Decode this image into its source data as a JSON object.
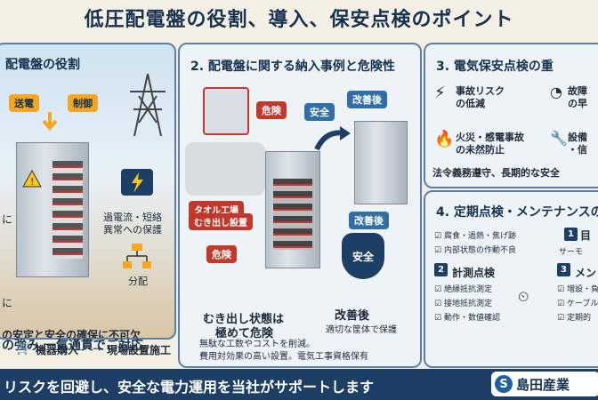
{
  "title": "低圧配電盤の役割、導入、保安点検のポイント",
  "panel1": {
    "title": "配電盤の役割",
    "send_tag": "送電",
    "control_tag": "制御",
    "protect_label_1": "過電流・短絡",
    "protect_label_2": "異常への保護",
    "distribute_label": "分配",
    "left_text_1": "に",
    "left_text_2": "に",
    "summary": "の安定と安全の確保に不可欠"
  },
  "strengths": {
    "heading": "の強み 一気通貫でご対応",
    "step1": "機器購入",
    "step2": "現場設置施工",
    "note_1": "無駄な工数やコストを削減。",
    "note_2": "費用対効果の高い設置。電気工事資格保有"
  },
  "panel2": {
    "title": "2. 配電盤に関する納入事例と危険性",
    "danger_tag_top": "危険",
    "safe_tag": "安全",
    "improved_tag_top": "改善後",
    "improved_tag_mid": "改善後",
    "factory_label_1": "タオル工場",
    "factory_label_2": "むき出し設置",
    "danger_tag_mid": "危険",
    "shield_label": "安全",
    "exposed_1": "むき出し状態は",
    "exposed_2": "極めて危険",
    "after_1": "改善後",
    "after_2": "適切な筐体で保護"
  },
  "panel3": {
    "title": "3. 電気保安点検の重",
    "item1_1": "事故リスク",
    "item1_2": "の低減",
    "item2_1": "故障",
    "item2_2": "の早",
    "item3_1": "火災・感電事故",
    "item3_2": "の未然防止",
    "item4_1": "設備",
    "item4_2": "・信",
    "footer": "法令義務遵守、長期的な安全"
  },
  "panel4": {
    "title": "4. 定期点検・メンテナンスの",
    "check1": "腐食・過熱・焦げ跡",
    "check2": "内部状態の作動不良",
    "step1_num": "1",
    "step1_label": "目",
    "step1_sub": "サーモ",
    "step2_num": "2",
    "step2_label": "計測点検",
    "m1": "絶縁抵抗測定",
    "m2": "接地抵抗測定",
    "m3": "動作・数値確認",
    "step3_num": "3",
    "step3_label": "メン",
    "s1": "増設・負",
    "s2": "ケーブル",
    "s3": "定期的"
  },
  "bottom": {
    "text": "リスクを回避し、安全な電力運用を当社がサポートします",
    "logo_mark": "S",
    "logo_text": "島田産業"
  },
  "colors": {
    "navy": "#1d3f66",
    "danger": "#c0392b",
    "safe": "#2f6ea6",
    "accent": "#f5a623"
  }
}
